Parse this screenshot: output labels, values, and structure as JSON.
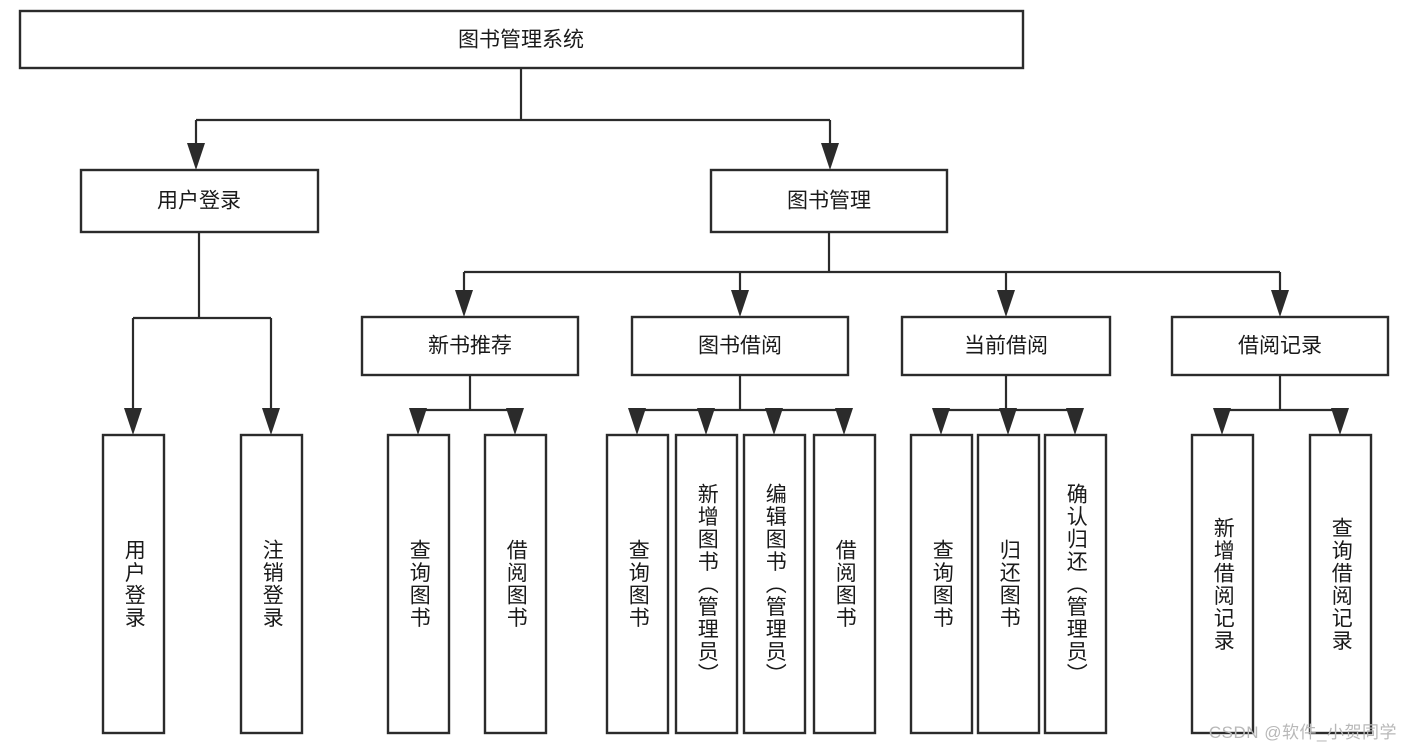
{
  "diagram": {
    "type": "tree-hierarchy",
    "title": "图书管理系统",
    "watermark": "CSDN @软件_小贺同学",
    "colors": {
      "box_stroke": "#2b2b2b",
      "box_fill": "#ffffff",
      "text": "#1a1a1a",
      "connector": "#2b2b2b",
      "watermark": "#b8b8b8",
      "background": "#ffffff"
    },
    "levels": {
      "root": {
        "label": "图书管理系统"
      },
      "level2": [
        {
          "id": "user-login",
          "label": "用户登录"
        },
        {
          "id": "book-manage",
          "label": "图书管理"
        }
      ],
      "level3": [
        {
          "id": "new-book-recommend",
          "label": "新书推荐",
          "parent": "book-manage"
        },
        {
          "id": "book-borrow",
          "label": "图书借阅",
          "parent": "book-manage"
        },
        {
          "id": "current-borrow",
          "label": "当前借阅",
          "parent": "book-manage"
        },
        {
          "id": "borrow-record",
          "label": "借阅记录",
          "parent": "book-manage"
        }
      ],
      "leaves": {
        "user-login": [
          {
            "id": "leaf-user-login",
            "label": "用户登录"
          },
          {
            "id": "leaf-user-logout",
            "label": "注销登录"
          }
        ],
        "new-book-recommend": [
          {
            "id": "leaf-query-book-1",
            "label": "查询图书"
          },
          {
            "id": "leaf-borrow-book-1",
            "label": "借阅图书"
          }
        ],
        "book-borrow": [
          {
            "id": "leaf-query-book-2",
            "label": "查询图书"
          },
          {
            "id": "leaf-add-book",
            "label": "新增图书（管理员）"
          },
          {
            "id": "leaf-edit-book",
            "label": "编辑图书（管理员）"
          },
          {
            "id": "leaf-borrow-book-2",
            "label": "借阅图书"
          }
        ],
        "current-borrow": [
          {
            "id": "leaf-query-book-3",
            "label": "查询图书"
          },
          {
            "id": "leaf-return-book",
            "label": "归还图书"
          },
          {
            "id": "leaf-confirm-return",
            "label": "确认归还（管理员）"
          }
        ],
        "borrow-record": [
          {
            "id": "leaf-add-record",
            "label": "新增借阅记录"
          },
          {
            "id": "leaf-query-record",
            "label": "查询借阅记录"
          }
        ]
      }
    }
  }
}
